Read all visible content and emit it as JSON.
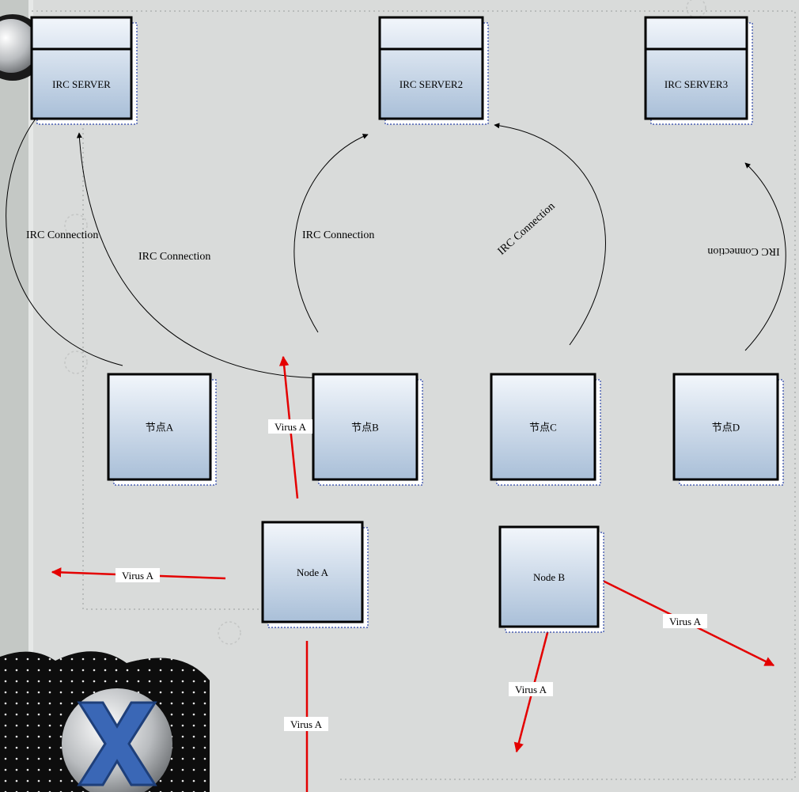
{
  "servers": [
    {
      "id": "s1",
      "label": "IRC SERVER"
    },
    {
      "id": "s2",
      "label": "IRC SERVER2"
    },
    {
      "id": "s3",
      "label": "IRC SERVER3"
    }
  ],
  "bots": [
    {
      "id": "b1",
      "label": "节点A"
    },
    {
      "id": "b2",
      "label": "节点B"
    },
    {
      "id": "b3",
      "label": "节点C"
    },
    {
      "id": "b4",
      "label": "节点D"
    }
  ],
  "nodes": [
    {
      "id": "n1",
      "label": "Node A"
    },
    {
      "id": "n2",
      "label": "Node B"
    }
  ],
  "irc_label": "IRC Connection",
  "virus_label": "Virus A",
  "colors": {
    "box_top": "#f2f6fb",
    "box_bottom": "#a9bfd8",
    "virus": "#e40000",
    "connection": "#000000",
    "background": "#d9dbda"
  }
}
